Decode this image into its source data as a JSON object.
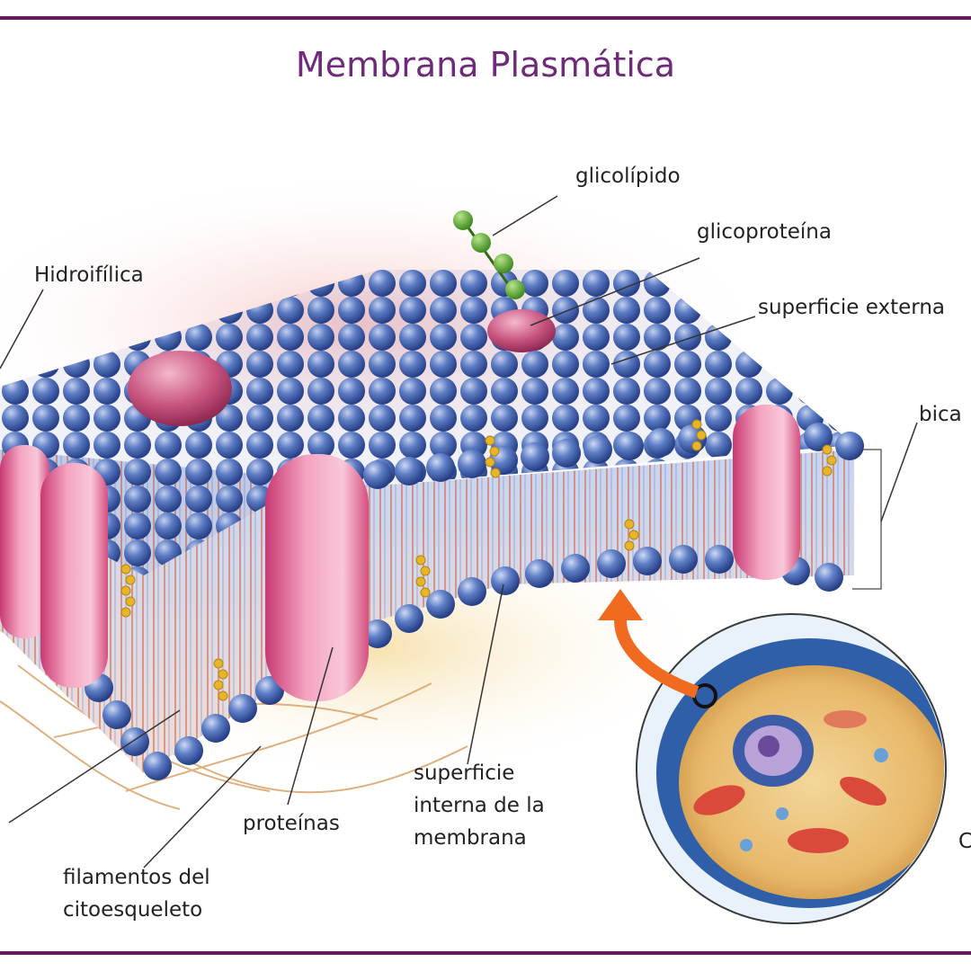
{
  "title": "Membrana Plasmática",
  "labels": {
    "glicolipido": "glicolípido",
    "glicoproteina": "glicoproteína",
    "hidroifilica": "Hidroifílica",
    "superficie_externa": "superficie externa",
    "bicapa": "bica",
    "superficie_interna": "superficie\ninterna de la\nmembrana",
    "proteinas": "proteínas",
    "filamentos": "filamentos del\ncitoesqueleto",
    "celula": "C"
  },
  "colors": {
    "frame": "#5e1e5e",
    "title": "#6f2a7a",
    "phospholipid_head": "#3d5ca8",
    "protein": "#e07aa2",
    "carbohydrate_chain": "#5aa830",
    "cholesterol": "#e8b52a",
    "arrow": "#f06a20"
  },
  "icons": [
    "phospholipid-head-icon",
    "protein-icon",
    "glycolipid-chain-icon",
    "cholesterol-icon",
    "cell-icon",
    "arrow-icon"
  ]
}
